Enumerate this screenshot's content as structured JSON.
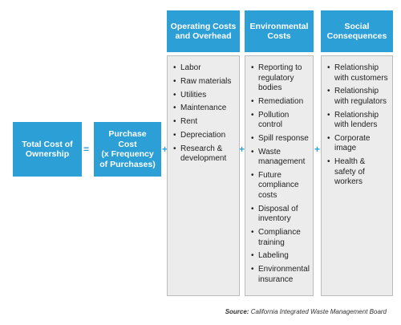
{
  "total": {
    "label": "Total Cost of\nOwnership"
  },
  "equals": "=",
  "plus": "+",
  "purchase": {
    "label": "Purchase\nCost\n(x Frequency\nof Purchases)"
  },
  "columns": [
    {
      "title": "Operating Costs\nand Overhead",
      "items": [
        "Labor",
        "Raw materials",
        "Utilities",
        "Maintenance",
        "Rent",
        "Depreciation",
        "Research &\ndevelopment"
      ]
    },
    {
      "title": "Environmental\nCosts",
      "items": [
        "Reporting to\nregulatory\nbodies",
        "Remediation",
        "Pollution\ncontrol",
        "Spill response",
        "Waste\nmanagement",
        "Future\ncompliance\ncosts",
        "Disposal of\ninventory",
        "Compliance\ntraining",
        "Labeling",
        "Environmental\ninsurance"
      ]
    },
    {
      "title": "Social\nConsequences",
      "items": [
        "Relationship\nwith customers",
        "Relationship\nwith regulators",
        "Relationship\nwith lenders",
        "Corporate\nimage",
        "Health &\nsafety of\nworkers"
      ]
    }
  ],
  "source": {
    "label": "Source:",
    "text": "California Integrated Waste Management Board"
  },
  "colors": {
    "accent": "#2c9fd7",
    "panel": "#ececec"
  }
}
